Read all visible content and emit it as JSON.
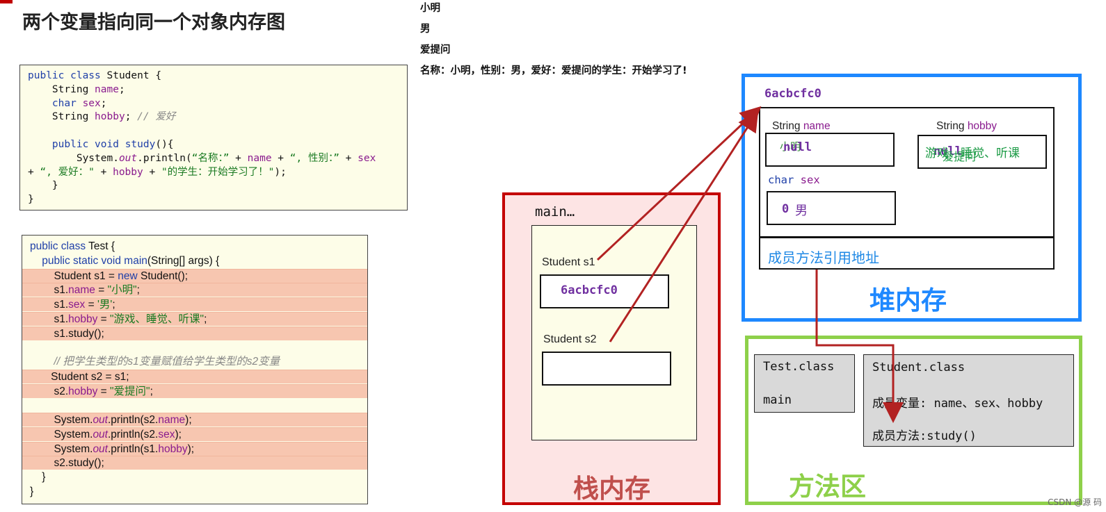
{
  "title": "两个变量指向同一个对象内存图",
  "student_code": [
    [
      {
        "t": "public class",
        "c": "kw"
      },
      {
        "t": " Student {"
      }
    ],
    [
      {
        "t": "    String "
      },
      {
        "t": "name",
        "c": "fld"
      },
      {
        "t": ";"
      }
    ],
    [
      {
        "t": "    "
      },
      {
        "t": "char",
        "c": "kw"
      },
      {
        "t": " "
      },
      {
        "t": "sex",
        "c": "fld"
      },
      {
        "t": ";"
      }
    ],
    [
      {
        "t": "    String "
      },
      {
        "t": "hobby",
        "c": "fld"
      },
      {
        "t": "; "
      },
      {
        "t": "// 爱好",
        "c": "cmt"
      }
    ],
    [],
    [
      {
        "t": "    "
      },
      {
        "t": "public void",
        "c": "kw"
      },
      {
        "t": " "
      },
      {
        "t": "study",
        "c": "kw"
      },
      {
        "t": "(){"
      }
    ],
    [
      {
        "t": "        System."
      },
      {
        "t": "out",
        "c": "itl"
      },
      {
        "t": ".println("
      },
      {
        "t": "“名称：”",
        "c": "str"
      },
      {
        "t": " + "
      },
      {
        "t": "name",
        "c": "fld"
      },
      {
        "t": " + "
      },
      {
        "t": "“, 性别：”",
        "c": "str"
      },
      {
        "t": " + "
      },
      {
        "t": "sex",
        "c": "fld"
      }
    ],
    [
      {
        "t": "+ "
      },
      {
        "t": "“, 爱好：\"",
        "c": "str"
      },
      {
        "t": " + "
      },
      {
        "t": "hobby",
        "c": "fld"
      },
      {
        "t": " + "
      },
      {
        "t": "\"的学生：开始学习了！\"",
        "c": "str"
      },
      {
        "t": ");"
      }
    ],
    [
      {
        "t": "    }"
      }
    ],
    [
      {
        "t": "}"
      }
    ]
  ],
  "test_code": [
    {
      "hl": false,
      "s": [
        {
          "t": "public class",
          "c": "kw"
        },
        {
          "t": " Test {"
        }
      ]
    },
    {
      "hl": false,
      "s": [
        {
          "t": "    "
        },
        {
          "t": "public static void",
          "c": "kw"
        },
        {
          "t": " "
        },
        {
          "t": "main",
          "c": "kw"
        },
        {
          "t": "(String[] args) {"
        }
      ]
    },
    {
      "hl": true,
      "s": [
        {
          "t": "        Student s1 = "
        },
        {
          "t": "new",
          "c": "kw"
        },
        {
          "t": " Student();"
        }
      ]
    },
    {
      "hl": true,
      "s": [
        {
          "t": "        s1."
        },
        {
          "t": "name",
          "c": "fld"
        },
        {
          "t": " = "
        },
        {
          "t": "\"小明\"",
          "c": "str"
        },
        {
          "t": ";"
        }
      ]
    },
    {
      "hl": true,
      "s": [
        {
          "t": "        s1."
        },
        {
          "t": "sex",
          "c": "fld"
        },
        {
          "t": " = "
        },
        {
          "t": "'男'",
          "c": "str"
        },
        {
          "t": ";"
        }
      ]
    },
    {
      "hl": true,
      "s": [
        {
          "t": "        s1."
        },
        {
          "t": "hobby",
          "c": "fld"
        },
        {
          "t": " = "
        },
        {
          "t": "\"游戏、睡觉、听课\"",
          "c": "str"
        },
        {
          "t": ";"
        }
      ]
    },
    {
      "hl": true,
      "s": [
        {
          "t": "        s1.study();"
        }
      ]
    },
    {
      "hl": false,
      "s": []
    },
    {
      "hl": false,
      "s": [
        {
          "t": "        "
        },
        {
          "t": "// 把学生类型的s1变量赋值给学生类型的s2变量",
          "c": "cmt"
        }
      ]
    },
    {
      "hl": true,
      "s": [
        {
          "t": "       Student s2 = s1;"
        }
      ]
    },
    {
      "hl": true,
      "s": [
        {
          "t": "        s2."
        },
        {
          "t": "hobby",
          "c": "fld"
        },
        {
          "t": " = "
        },
        {
          "t": "\"爱提问\"",
          "c": "str"
        },
        {
          "t": ";"
        }
      ]
    },
    {
      "hl": false,
      "s": []
    },
    {
      "hl": true,
      "s": [
        {
          "t": "        System."
        },
        {
          "t": "out",
          "c": "itl"
        },
        {
          "t": ".println(s2."
        },
        {
          "t": "name",
          "c": "fld"
        },
        {
          "t": ");"
        }
      ]
    },
    {
      "hl": true,
      "s": [
        {
          "t": "        System."
        },
        {
          "t": "out",
          "c": "itl"
        },
        {
          "t": ".println(s2."
        },
        {
          "t": "sex",
          "c": "fld"
        },
        {
          "t": ");"
        }
      ]
    },
    {
      "hl": true,
      "s": [
        {
          "t": "        System."
        },
        {
          "t": "out",
          "c": "itl"
        },
        {
          "t": ".println(s1."
        },
        {
          "t": "hobby",
          "c": "fld"
        },
        {
          "t": ");"
        }
      ]
    },
    {
      "hl": true,
      "s": [
        {
          "t": "        s2.study();"
        }
      ]
    },
    {
      "hl": false,
      "s": [
        {
          "t": "    }"
        }
      ]
    },
    {
      "hl": false,
      "s": [
        {
          "t": "}"
        }
      ]
    }
  ],
  "console_output": [
    "小明",
    "男",
    "爱提问",
    "名称：小明，性别：男，爱好：爱提问的学生：开始学习了!"
  ],
  "stack": {
    "frame_label": "main…",
    "s1_label": "Student  s1",
    "s1_value": "6acbcfc0",
    "s2_label": "Student s2",
    "title": "栈内存"
  },
  "heap": {
    "address": "6acbcfc0",
    "name_type": "String",
    "name_field": "name",
    "name_old": "小明",
    "name_default": "null",
    "hobby_type": "String",
    "hobby_field": "hobby",
    "hobby_default": "null",
    "hobby_old": "游戏、睡觉、听课",
    "hobby_new": "爱提问",
    "sex_type": "char",
    "sex_field": "sex",
    "sex_default": "0",
    "sex_value": "男",
    "method_ref": "成员方法引用地址",
    "title": "堆内存"
  },
  "method_area": {
    "test_class": "Test.class",
    "test_main": "main",
    "student_class": "Student.class",
    "student_fields": "成员变量: name、sex、hobby",
    "student_methods": "成员方法:study()",
    "title": "方法区"
  },
  "colors": {
    "stack_border": "#c40000",
    "heap_border": "#1e88ff",
    "method_border": "#8ed04a",
    "arrow": "#b22222",
    "address": "#7030a0"
  },
  "watermark": "CSDN @源  码"
}
